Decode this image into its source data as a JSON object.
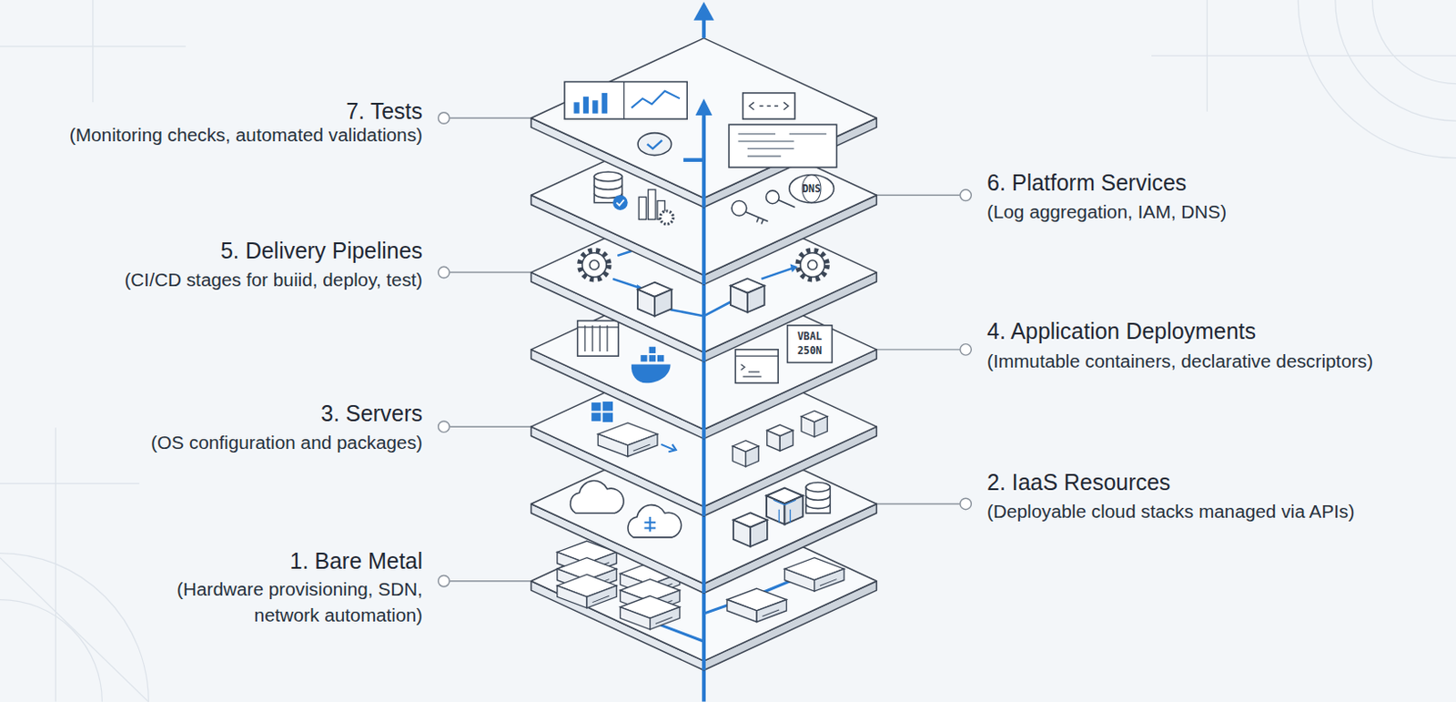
{
  "diagram": {
    "labels": [
      "7. Tests",
      "(Monitoring checks, automated validations)",
      "6. Platform Services",
      "(Log aggregation, IAM, DNS)",
      "5. Delivery Pipelines",
      "(CI/CD stages for buiid, deploy, test)",
      "4. Application Deployments",
      "(Immutable containers, declarative descriptors)",
      "3. Servers",
      "(OS configuration and packages)",
      "2. IaaS Resources",
      "(Deployable cloud stacks managed via APIs)",
      "1. Bare Metal",
      "(Hardware provisioning, SDN, network automation)",
      "DNS",
      "VBAL",
      "250N"
    ]
  }
}
